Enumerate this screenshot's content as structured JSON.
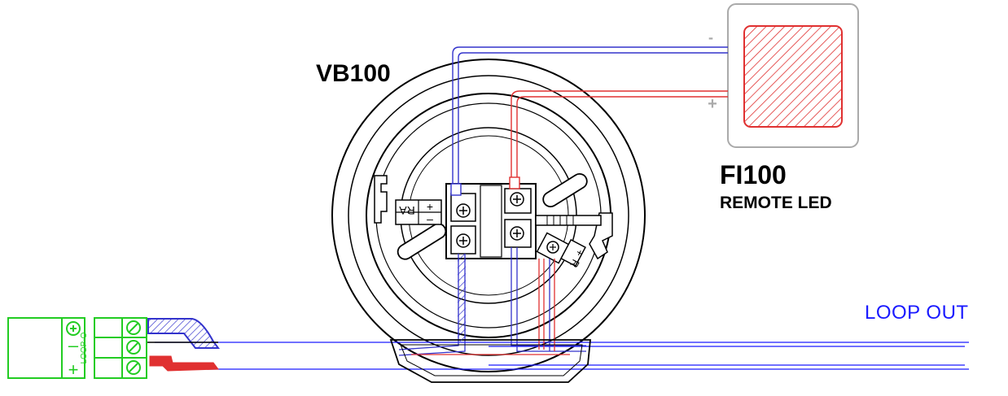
{
  "labels": {
    "detector_base": "VB100",
    "remote_led_model": "FI100",
    "remote_led_desc": "REMOTE LED",
    "loop_out": "LOOP OUT"
  },
  "led_signs": {
    "minus": "-",
    "plus": "+"
  },
  "left_module": {
    "text": "LOOP-O",
    "minus": "–",
    "plus": "+"
  },
  "terminal_label": {
    "plus": "+",
    "minus": "–",
    "text": "RA"
  },
  "small_label": {
    "plus": "+",
    "text": "R"
  },
  "colors": {
    "line": "#000000",
    "wire_negative": "#3333cc",
    "wire_positive": "#e03030",
    "loop_wire": "#1a1aff",
    "terminal": "#22cc22",
    "led_fill": "#e03030",
    "led_frame": "#aaaaaa"
  }
}
